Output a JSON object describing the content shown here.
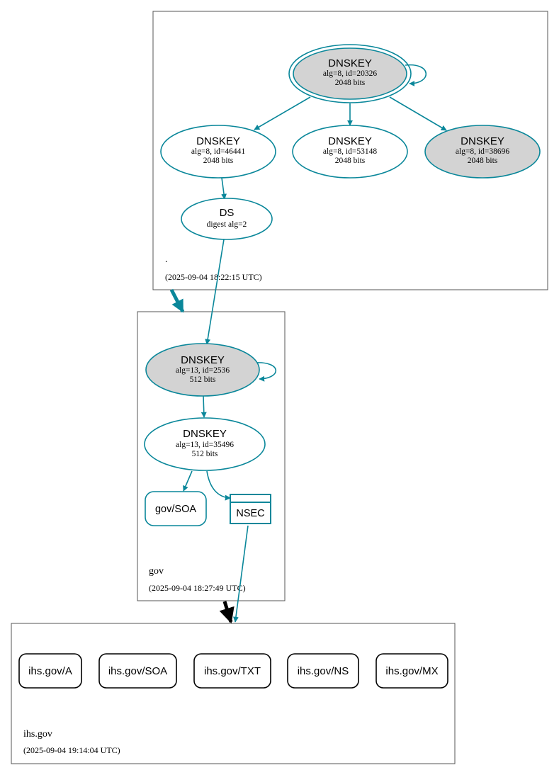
{
  "zones": {
    "root": {
      "name": ".",
      "timestamp": "(2025-09-04 18:22:15 UTC)"
    },
    "gov": {
      "name": "gov",
      "timestamp": "(2025-09-04 18:27:49 UTC)"
    },
    "ihs": {
      "name": "ihs.gov",
      "timestamp": "(2025-09-04 19:14:04 UTC)"
    }
  },
  "nodes": {
    "root_ksk": {
      "title": "DNSKEY",
      "line1": "alg=8, id=20326",
      "line2": "2048 bits"
    },
    "root_zsk1": {
      "title": "DNSKEY",
      "line1": "alg=8, id=46441",
      "line2": "2048 bits"
    },
    "root_zsk2": {
      "title": "DNSKEY",
      "line1": "alg=8, id=53148",
      "line2": "2048 bits"
    },
    "root_zsk3": {
      "title": "DNSKEY",
      "line1": "alg=8, id=38696",
      "line2": "2048 bits"
    },
    "gov_ds": {
      "title": "DS",
      "line1": "digest alg=2"
    },
    "gov_ksk": {
      "title": "DNSKEY",
      "line1": "alg=13, id=2536",
      "line2": "512 bits"
    },
    "gov_zsk": {
      "title": "DNSKEY",
      "line1": "alg=13, id=35496",
      "line2": "512 bits"
    },
    "gov_soa": {
      "label": "gov/SOA"
    },
    "gov_nsec": {
      "label": "NSEC"
    },
    "rr_a": {
      "label": "ihs.gov/A"
    },
    "rr_soa": {
      "label": "ihs.gov/SOA"
    },
    "rr_txt": {
      "label": "ihs.gov/TXT"
    },
    "rr_ns": {
      "label": "ihs.gov/NS"
    },
    "rr_mx": {
      "label": "ihs.gov/MX"
    }
  },
  "colors": {
    "secure_edge": "#0a879a",
    "insecure_edge": "#000000",
    "sep_fill": "#d3d3d3",
    "zone_border": "#555555"
  }
}
